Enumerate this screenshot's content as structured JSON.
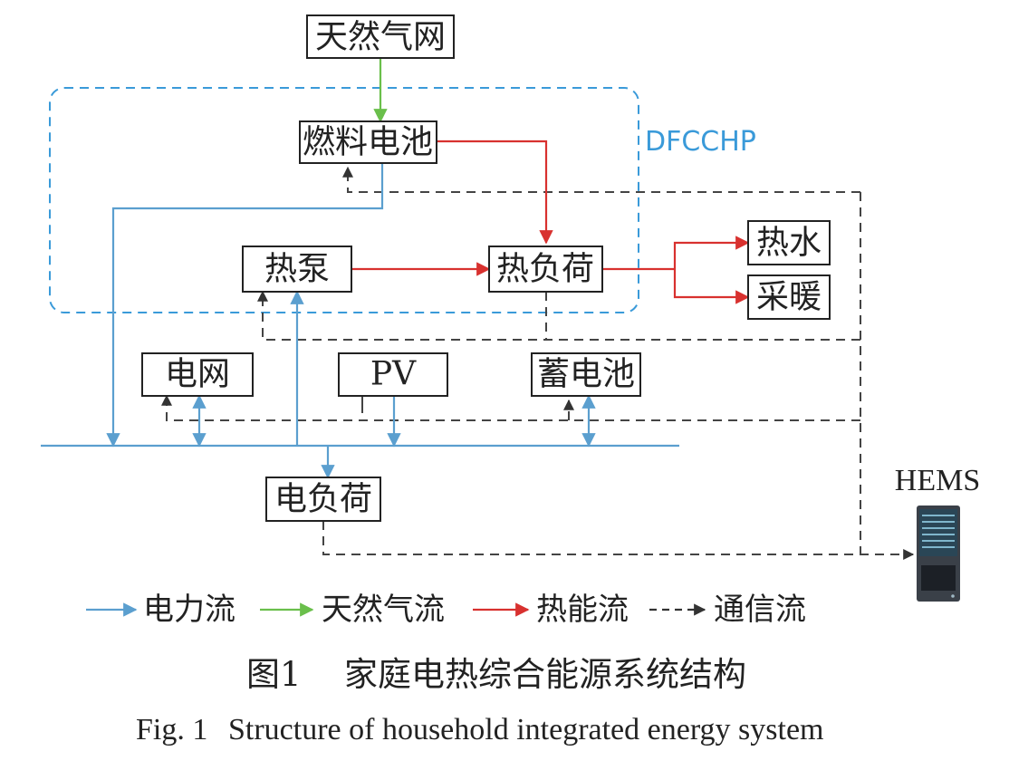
{
  "colors": {
    "electric": "#5b9fcf",
    "gas": "#6abf4b",
    "heat": "#d8312f",
    "comm": "#444444",
    "dfcchp": "#3a9ad9",
    "box": "#222222"
  },
  "nodes": {
    "natural_gas_grid": "天然气网",
    "fuel_cell": "燃料电池",
    "heat_pump": "热泵",
    "heat_load": "热负荷",
    "hot_water": "热水",
    "heating": "采暖",
    "power_grid": "电网",
    "pv": "PV",
    "battery": "蓄电池",
    "electric_load": "电负荷"
  },
  "dfcchp_label": "DFCCHP",
  "hems_label": "HEMS",
  "legend": {
    "electric": "电力流",
    "gas": "天然气流",
    "heat": "热能流",
    "comm": "通信流"
  },
  "caption": {
    "cn_num": "图1",
    "cn_title": "家庭电热综合能源系统结构",
    "en_num": "Fig. 1",
    "en_title": "Structure of household integrated energy system"
  }
}
